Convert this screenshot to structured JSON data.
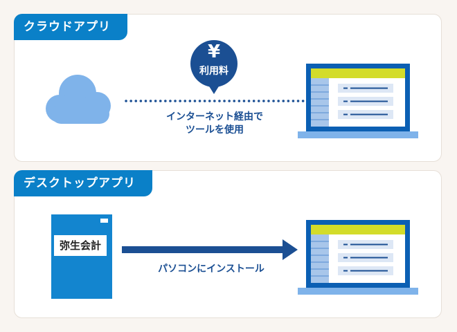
{
  "cloud_section": {
    "title": "クラウドアプリ",
    "fee_symbol": "¥",
    "fee_label": "利用料",
    "caption_line1": "インターネット経由で",
    "caption_line2": "ツールを使用"
  },
  "desktop_section": {
    "title": "デスクトップアプリ",
    "package_label": "弥生会計",
    "caption": "パソコンにインストール"
  },
  "colors": {
    "brand_blue": "#0a80c8",
    "navy": "#1b4f93",
    "cloud": "#7fb3ea",
    "screen_bar": "#d3dc2a",
    "frame": "#0b5fb3"
  }
}
